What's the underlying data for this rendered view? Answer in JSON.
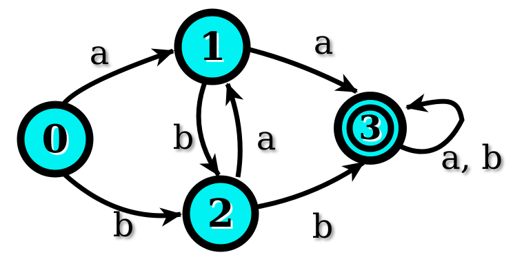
{
  "diagram": {
    "type": "state-machine",
    "colors": {
      "state_fill": "#00f2f2",
      "stroke": "#000000",
      "background": "#ffffff"
    },
    "states": [
      {
        "id": "0",
        "label": "0",
        "accepting": false
      },
      {
        "id": "1",
        "label": "1",
        "accepting": false
      },
      {
        "id": "2",
        "label": "2",
        "accepting": false
      },
      {
        "id": "3",
        "label": "3",
        "accepting": true
      }
    ],
    "transitions": [
      {
        "from": "0",
        "to": "1",
        "label": "a"
      },
      {
        "from": "0",
        "to": "2",
        "label": "b"
      },
      {
        "from": "1",
        "to": "2",
        "label": "b"
      },
      {
        "from": "2",
        "to": "1",
        "label": "a"
      },
      {
        "from": "1",
        "to": "3",
        "label": "a"
      },
      {
        "from": "2",
        "to": "3",
        "label": "b"
      },
      {
        "from": "3",
        "to": "3",
        "label": "a, b"
      }
    ]
  }
}
